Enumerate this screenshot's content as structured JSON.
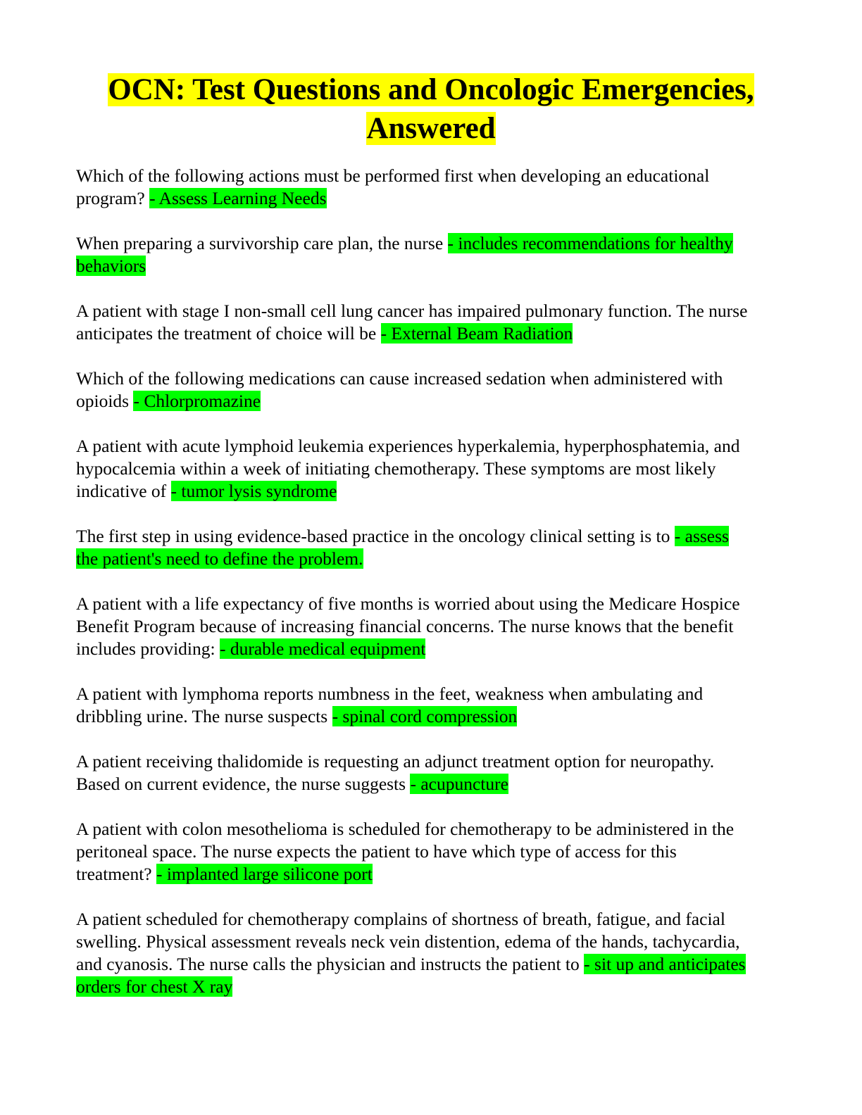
{
  "document": {
    "title": "OCN: Test Questions and Oncologic Emergencies, Answered",
    "highlight_colors": {
      "title": "#ffff00",
      "answer": "#00ff00"
    },
    "items": [
      {
        "question": "Which of the following actions must be performed first when developing an educational program?",
        "answer": "- Assess Learning Needs"
      },
      {
        "question": "When preparing a survivorship care plan, the nurse",
        "answer": "- includes recommendations for healthy behaviors"
      },
      {
        "question": "A patient with stage I non-small cell lung cancer has impaired pulmonary function. The nurse anticipates the treatment of choice will be",
        "answer": "- External Beam Radiation"
      },
      {
        "question": "Which of the following medications can cause increased sedation when administered with opioids",
        "answer": "- Chlorpromazine"
      },
      {
        "question": "A patient with acute lymphoid leukemia experiences hyperkalemia, hyperphosphatemia, and hypocalcemia within a week of initiating chemotherapy. These symptoms are most likely indicative of",
        "answer": "- tumor lysis syndrome"
      },
      {
        "question": "The first step in using evidence-based practice in the oncology clinical setting is to",
        "answer": "- assess the patient's need to define the problem."
      },
      {
        "question": "A patient with a life expectancy of five months is worried about using the Medicare Hospice Benefit Program because of increasing financial concerns. The nurse knows that the benefit includes providing:",
        "answer": "- durable medical equipment"
      },
      {
        "question": "A patient with lymphoma reports numbness in the feet, weakness when ambulating and dribbling urine. The nurse suspects",
        "answer": "- spinal cord compression"
      },
      {
        "question": "A patient receiving thalidomide is requesting an adjunct treatment option for neuropathy. Based on current evidence, the nurse suggests",
        "answer": "- acupuncture"
      },
      {
        "question": "A patient with colon mesothelioma is scheduled for chemotherapy to be administered in the peritoneal space. The nurse expects the patient to have which type of access for this treatment?",
        "answer": "- implanted large silicone port"
      },
      {
        "question": "A patient scheduled for chemotherapy complains of shortness of breath, fatigue, and facial swelling. Physical assessment reveals neck vein distention, edema of the hands, tachycardia, and cyanosis. The nurse calls the physician and instructs the patient to",
        "answer": "- sit up and anticipates orders for chest X ray"
      }
    ]
  }
}
